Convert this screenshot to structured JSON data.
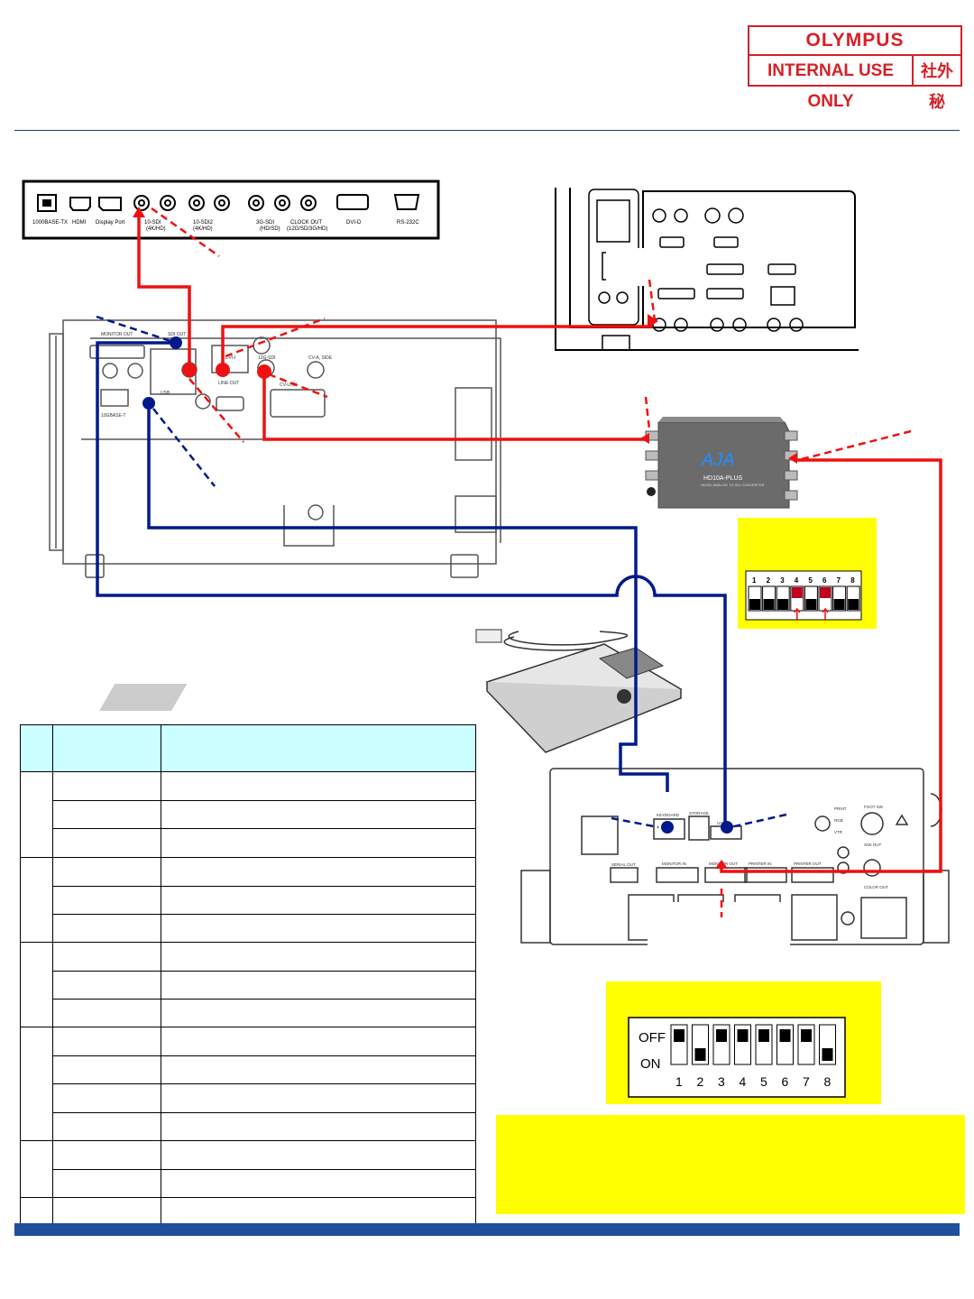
{
  "header": {
    "brand": "OLYMPUS",
    "internal_use": "INTERNAL USE ONLY",
    "confidential_kanji": "社外秘"
  },
  "monitor_panel": {
    "port_labels": [
      "1000BASE-TX",
      "HDMI",
      "Display Port",
      "10-SDI",
      "10-SDI2",
      "3G-SDI",
      "CLOCK OUT",
      "DVI-D",
      "RS-232C"
    ],
    "port_sublabels": [
      "(4K/HD)",
      "(4K/HD)",
      "(HD/SD)",
      "(12G/SD/3G/HD)"
    ]
  },
  "processor_panel": {
    "labels": [
      "MONITOR OUT",
      "SDI OUT",
      "USB",
      "LINE-OUT",
      "CV-LINK",
      "DVI-I",
      "10GBASE-T",
      "CV-A, SIDE",
      "12G-SDI"
    ]
  },
  "converter": {
    "brand": "AJA",
    "model": "HD10A-PLUS",
    "subtitle": "HD/SD ANALOG TO SDI CONVERTER"
  },
  "converter_dip": {
    "numbers": [
      "1",
      "2",
      "3",
      "4",
      "5",
      "6",
      "7",
      "8"
    ],
    "states": [
      "on",
      "on",
      "on",
      "off",
      "on",
      "off",
      "on",
      "on"
    ],
    "highlighted": [
      4,
      6
    ]
  },
  "recorder_panel": {
    "labels": [
      "KEYBOARD",
      "STORAGE",
      "USB",
      "FOOT SW",
      "S/W OUT",
      "SERIAL OUT",
      "MONITOR IN",
      "MONITOR OUT",
      "PRINTER IN",
      "PRINTER OUT",
      "COLOR OUT",
      "PRINT",
      "RGB",
      "VTR"
    ]
  },
  "recorder_dip": {
    "off_label": "OFF",
    "on_label": "ON",
    "numbers": [
      "1",
      "2",
      "3",
      "4",
      "5",
      "6",
      "7",
      "8"
    ],
    "states": [
      "off",
      "on",
      "off",
      "off",
      "off",
      "off",
      "off",
      "on"
    ]
  },
  "colors": {
    "red_cable": "#ee1111",
    "blue_cable": "#001a8c",
    "yellow_panel": "#ffff00",
    "table_header": "#ccffff",
    "rule": "#1f4e9c"
  }
}
